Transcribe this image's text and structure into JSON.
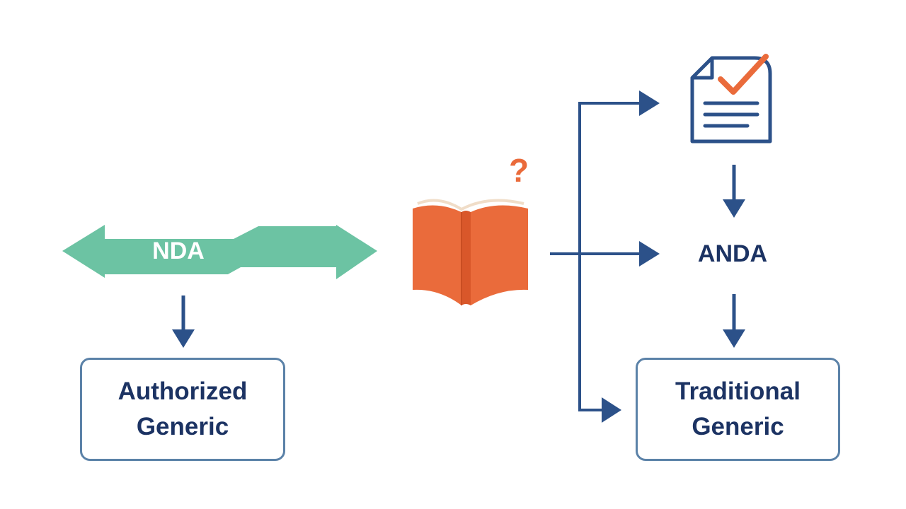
{
  "nodes": {
    "nda": "NDA",
    "anda": "ANDA",
    "authorized_generic": [
      "Authorized",
      "Generic"
    ],
    "traditional_generic": [
      "Traditional",
      "Generic"
    ]
  },
  "icons": {
    "book": "open-book-icon",
    "question": "?",
    "document": "checked-document-icon"
  },
  "colors": {
    "teal": "#6cc3a3",
    "navy": "#2c5189",
    "orange": "#ea6b3b",
    "border": "#5b82a8",
    "text": "#1c3363"
  }
}
